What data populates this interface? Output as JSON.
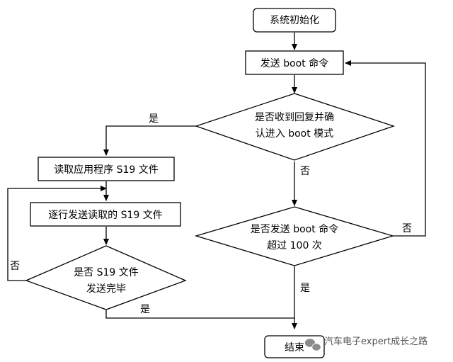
{
  "colors": {
    "stroke": "#000000",
    "fill": "#ffffff",
    "text": "#000000",
    "watermark": "#555555"
  },
  "nodes": {
    "start": "系统初始化",
    "send_boot": "发送 boot 命令",
    "check_boot_line1": "是否收到回复并确",
    "check_boot_line2": "认进入 boot 模式",
    "read_s19": "读取应用程序 S19 文件",
    "send_s19": "逐行发送读取的 S19 文件",
    "check_s19_line1": "是否 S19 文件",
    "check_s19_line2": "发送完毕",
    "check_count_line1": "是否发送 boot 命令",
    "check_count_line2": "超过 100 次",
    "end": "结束"
  },
  "edges": {
    "yes_boot": "是",
    "no_boot": "否",
    "no_count": "否",
    "yes_count": "是",
    "no_s19": "否",
    "yes_s19": "是"
  },
  "watermark": {
    "icon": "wechat-icon",
    "text": "汽车电子expert成长之路"
  }
}
